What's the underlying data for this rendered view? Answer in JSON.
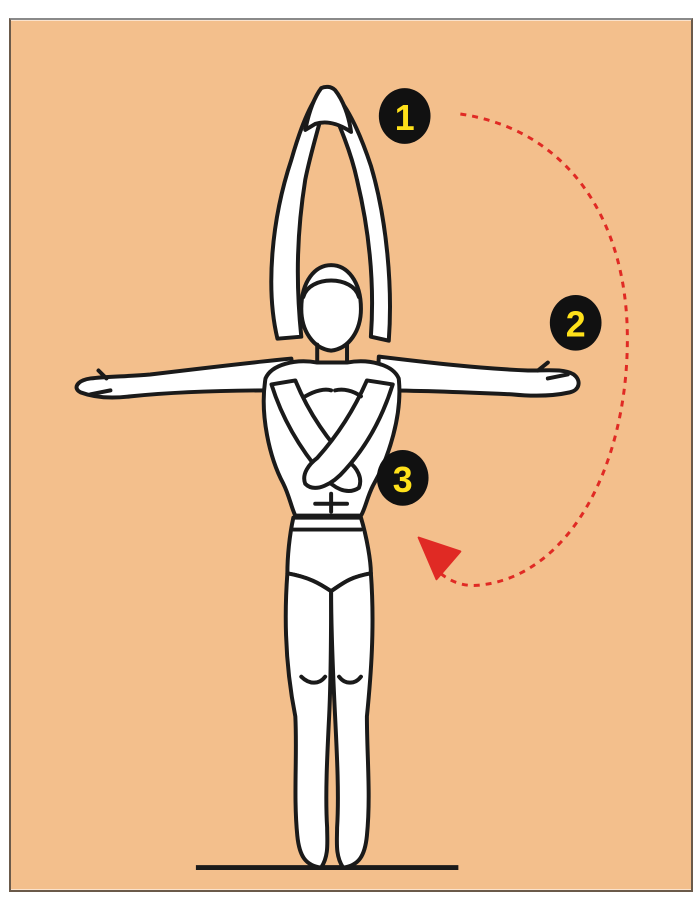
{
  "colors": {
    "background": "#f3bf8c",
    "figure_fill": "#ffffff",
    "figure_stroke": "#1a1a1a",
    "badge_fill": "#111111",
    "badge_text": "#ffe11a",
    "arrow": "#e02a24",
    "floor": "#1a1a1a"
  },
  "steps": [
    {
      "label": "1"
    },
    {
      "label": "2"
    },
    {
      "label": "3"
    }
  ],
  "icons": {
    "motion_arrow": "dashed-curved-arrow-icon"
  }
}
